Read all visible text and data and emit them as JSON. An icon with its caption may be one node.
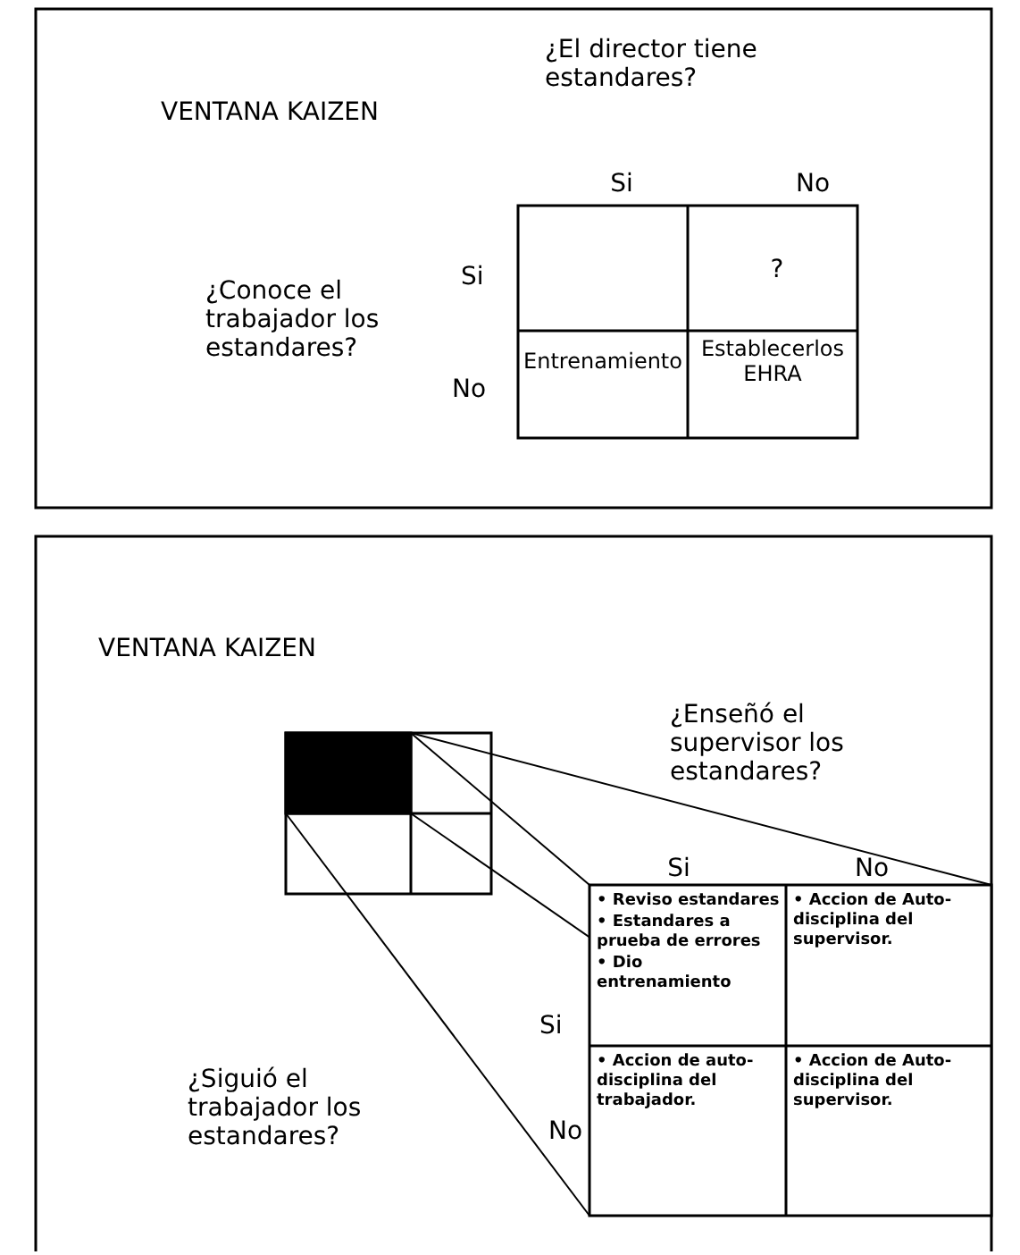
{
  "diagram": {
    "labels": [
      "VENTANA KAIZEN",
      "¿El director tiene estandares?",
      "Si",
      "No",
      "Si",
      "?",
      "¿Conoce el trabajador los estandares?",
      "No",
      "Entrenamiento",
      "Establecerlos EHRA",
      "VENTANA KAIZEN",
      "¿Enseñó el supervisor los estandares?",
      "Si",
      "No",
      "Si",
      "• Reviso estandares",
      "• Estandares a prueba de errores",
      "• Dio entrenamiento",
      "• Accion de Auto-disciplina del supervisor.",
      "¿Siguió el trabajador los estandares?",
      "No",
      "• Accion de auto-disciplina del trabajador.",
      "• Accion de Auto-disciplina del supervisor."
    ]
  }
}
